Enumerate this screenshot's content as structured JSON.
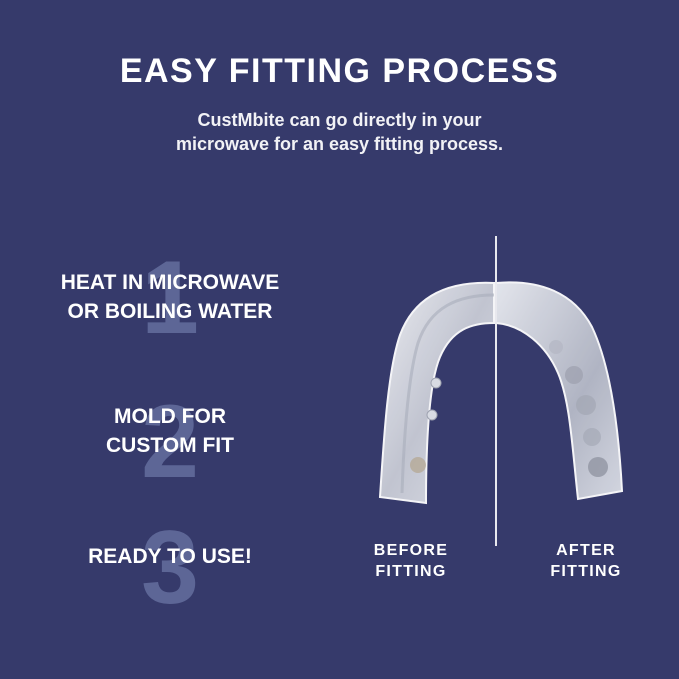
{
  "header": {
    "title": "EASY FITTING PROCESS",
    "subtitle_line1": "CustMbite can go directly in your",
    "subtitle_line2": "microwave for an easy fitting process."
  },
  "steps": [
    {
      "number": "1",
      "line1": "HEAT IN MICROWAVE",
      "line2": "OR BOILING WATER"
    },
    {
      "number": "2",
      "line1": "MOLD FOR",
      "line2": "CUSTOM FIT"
    },
    {
      "number": "3",
      "line1": "READY TO USE!",
      "line2": ""
    }
  ],
  "comparison": {
    "before_line1": "BEFORE",
    "before_line2": "FITTING",
    "after_line1": "AFTER",
    "after_line2": "FITTING"
  },
  "colors": {
    "background": "#363a6b",
    "step_number": "#5d6696",
    "text": "#ffffff"
  }
}
